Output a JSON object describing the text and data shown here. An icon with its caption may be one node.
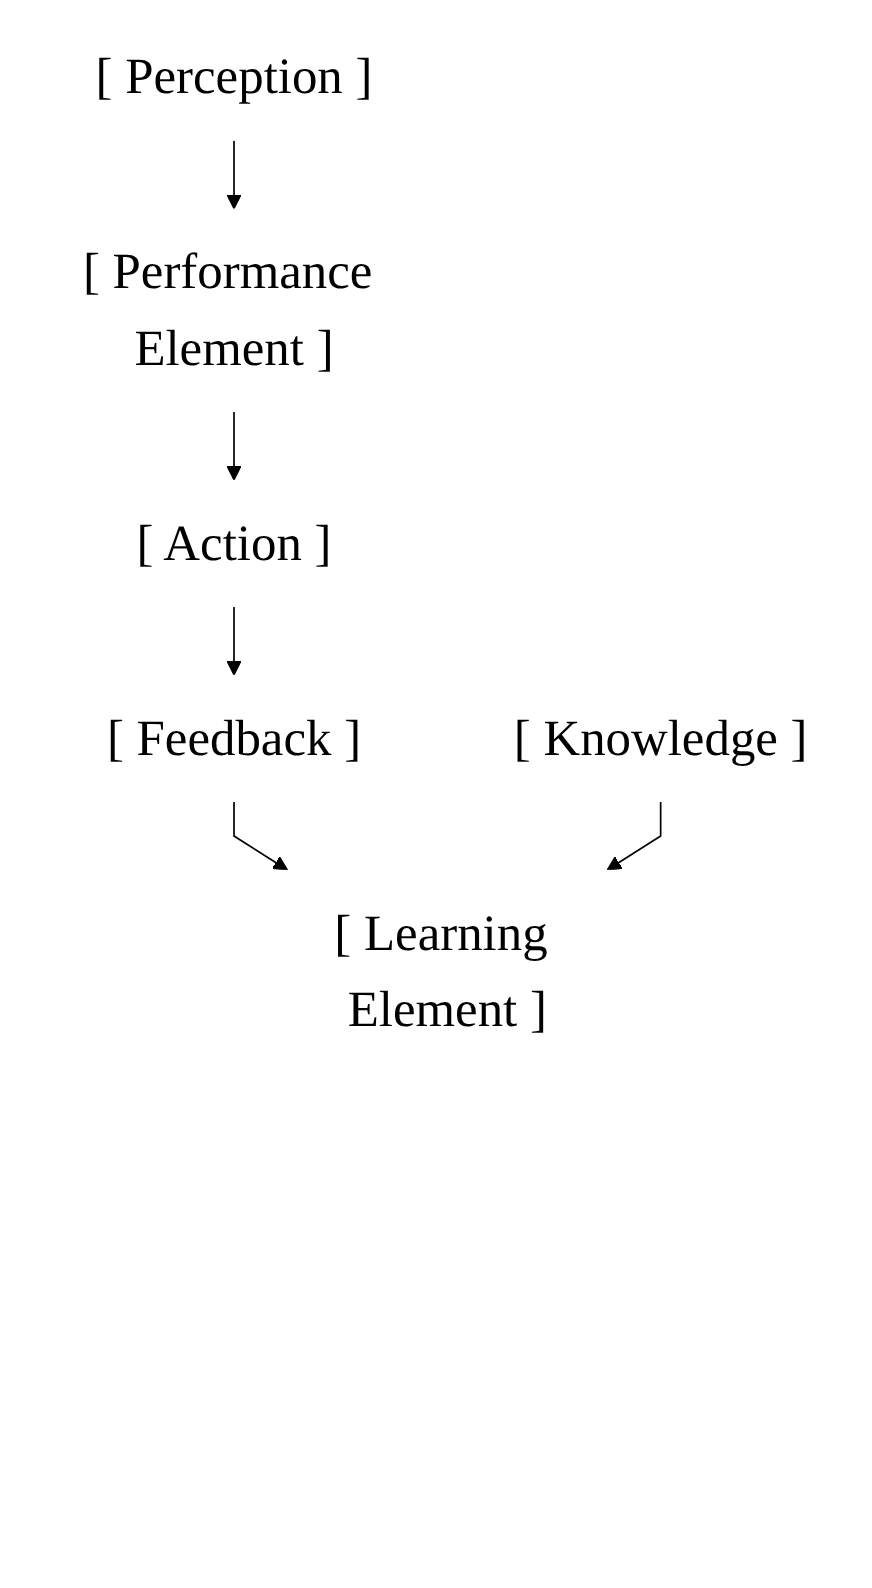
{
  "diagram": {
    "nodes": [
      {
        "text": [
          "[ Perception ]"
        ]
      },
      {
        "text": [
          "[ Performance Element ]"
        ]
      },
      {
        "text": [
          "[ Action ]"
        ]
      },
      {
        "text": [
          "[ Feedback ]"
        ]
      },
      {
        "text": [
          "[ Learning Element ]"
        ]
      },
      {
        "text": [
          "[ Knowledge ]"
        ]
      }
    ],
    "edges": [
      {
        "from": 0,
        "to": 1,
        "arrow": "to"
      },
      {
        "from": 1,
        "to": 2,
        "arrow": "to"
      },
      {
        "from": 2,
        "to": 3,
        "arrow": "to"
      },
      {
        "from": 3,
        "to": 4,
        "arrow": "to"
      },
      {
        "from": 5,
        "to": 4,
        "arrow": "to"
      }
    ]
  }
}
